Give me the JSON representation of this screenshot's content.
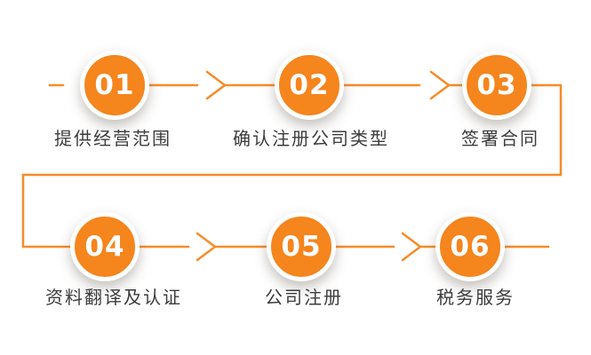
{
  "colors": {
    "accent": "#F5851D",
    "line": "#F78C28",
    "number_text": "#FFFFFF",
    "label_text": "#3C3C3C",
    "circle_ring": "#FFFFFF",
    "background": "#FFFFFF"
  },
  "steps": [
    {
      "number": "01",
      "label": "提供经营范围"
    },
    {
      "number": "02",
      "label": "确认注册公司类型"
    },
    {
      "number": "03",
      "label": "签署合同"
    },
    {
      "number": "04",
      "label": "资料翻译及认证"
    },
    {
      "number": "05",
      "label": "公司注册"
    },
    {
      "number": "06",
      "label": "税务服务"
    }
  ]
}
